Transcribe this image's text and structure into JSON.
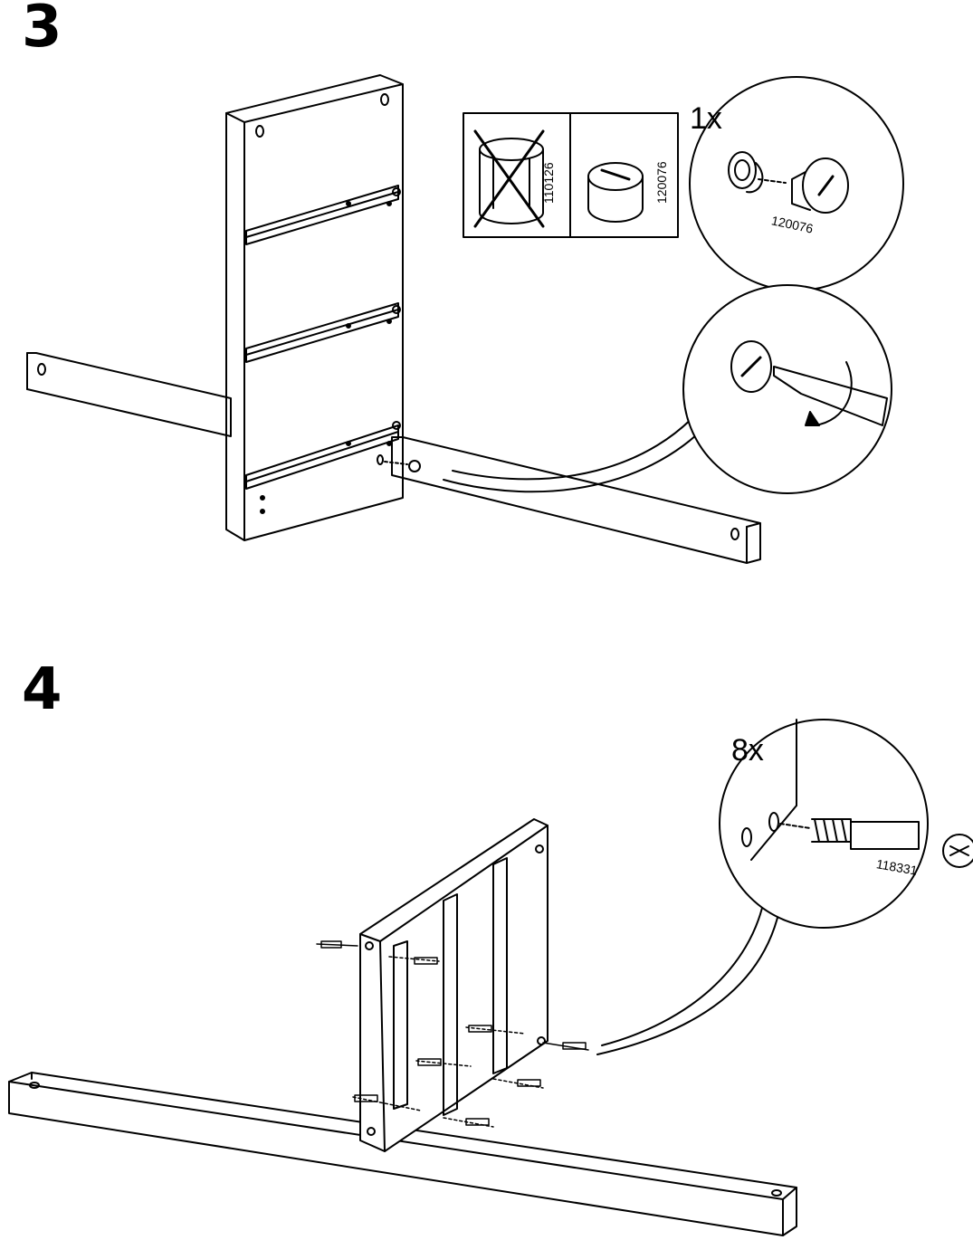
{
  "steps": [
    {
      "number": "3",
      "quantity": "1x",
      "parts": {
        "wrong_part_id": "110126",
        "correct_part_id": "120076",
        "detail_part_id": "120076"
      }
    },
    {
      "number": "4",
      "quantity": "8x",
      "parts": {
        "detail_part_id": "118331"
      }
    }
  ],
  "colors": {
    "ink": "#000000",
    "paper": "#ffffff"
  },
  "icons": [
    "cam-lock-icon",
    "screwdriver-icon",
    "rotate-arrow-icon",
    "dowel-screw-icon",
    "cross-out-icon"
  ]
}
